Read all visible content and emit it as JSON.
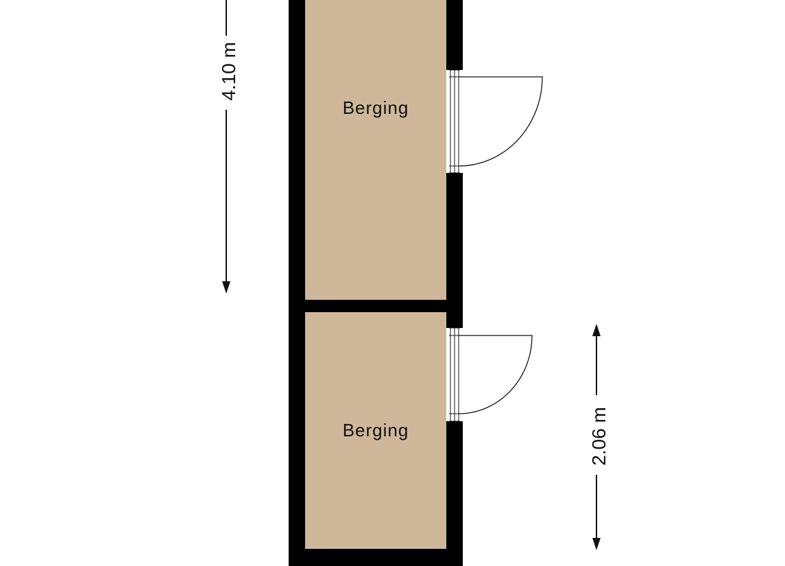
{
  "floor_plan": {
    "rooms": [
      {
        "label": "Berging"
      },
      {
        "label": "Berging"
      }
    ],
    "dimensions": [
      {
        "label": "4.10 m"
      },
      {
        "label": "2.06 m"
      }
    ],
    "colors": {
      "floor": "#cfb899",
      "wall": "#000000",
      "background": "#ffffff",
      "line": "#111111"
    }
  }
}
